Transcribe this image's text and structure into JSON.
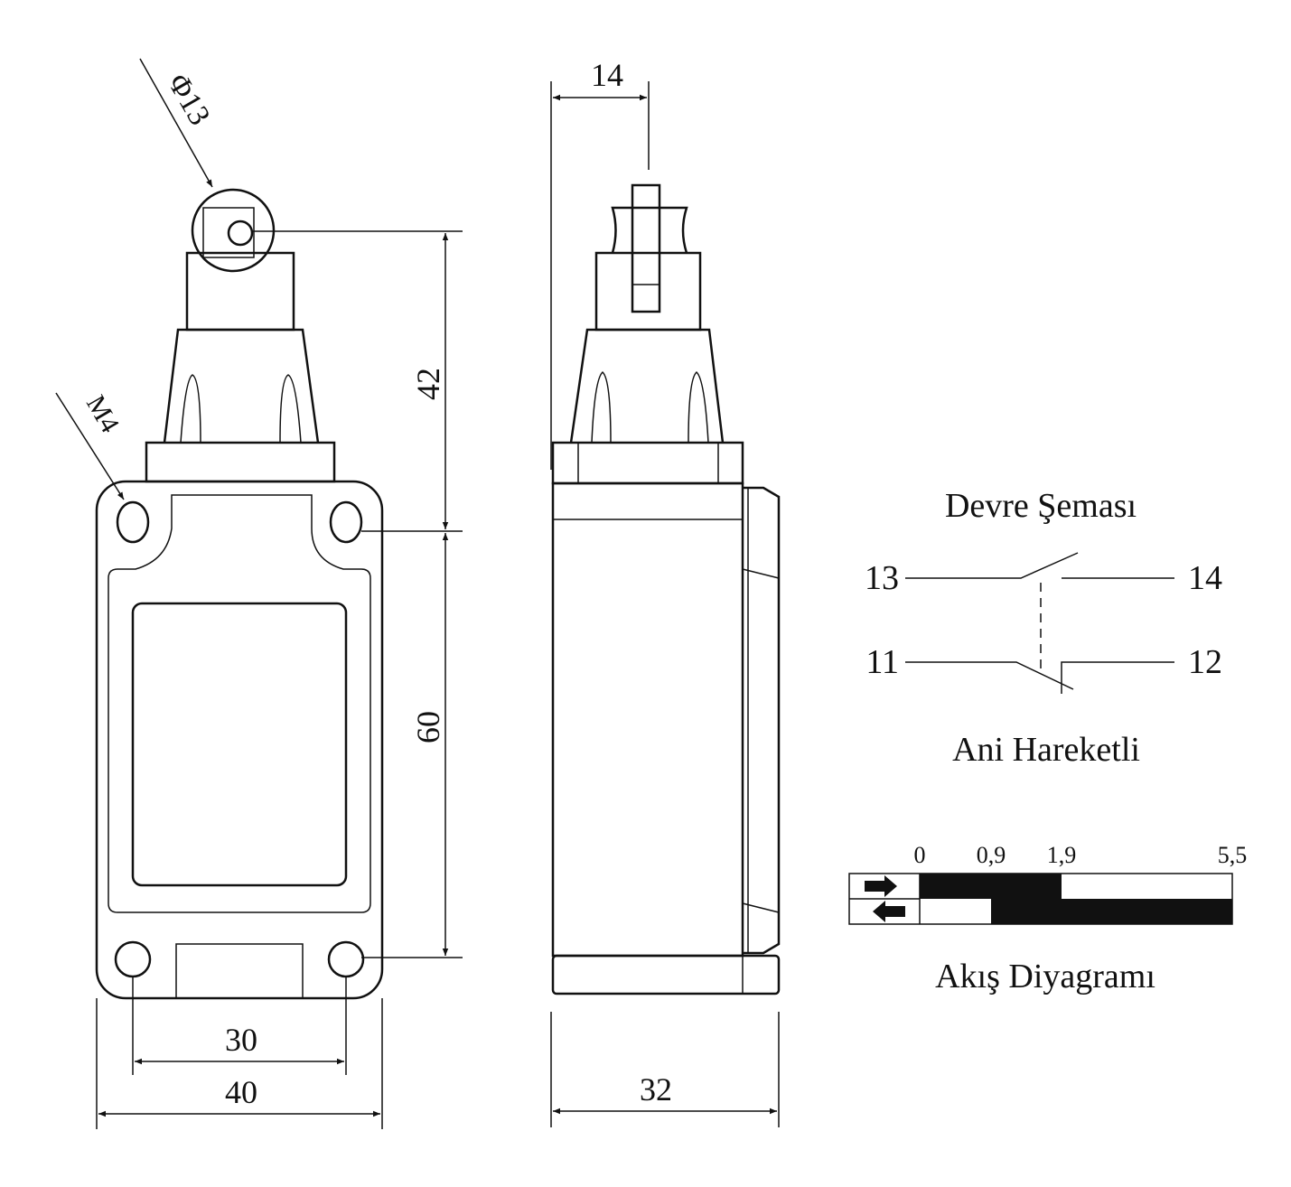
{
  "dimensions": {
    "roller_diameter": "Φ13",
    "thread": "M4",
    "head_height": "42",
    "hole_spacing_vertical": "60",
    "hole_spacing_horizontal": "30",
    "body_width": "40",
    "plunger_offset": "14",
    "body_depth": "32"
  },
  "circuit": {
    "title": "Devre Şeması",
    "terminals": {
      "no_left": "13",
      "no_right": "14",
      "nc_left": "11",
      "nc_right": "12"
    },
    "caption": "Ani Hareketli"
  },
  "flow_diagram": {
    "caption": "Akış Diyagramı",
    "ticks": [
      "0",
      "0,9",
      "1,9",
      "5,5"
    ],
    "tick_values": [
      0,
      0.9,
      1.9,
      5.5
    ],
    "rows": [
      {
        "direction": "forward",
        "closed_from": 0,
        "closed_to": 1.9
      },
      {
        "direction": "reverse",
        "closed_from": 0.9,
        "closed_to": 5.5
      }
    ]
  }
}
